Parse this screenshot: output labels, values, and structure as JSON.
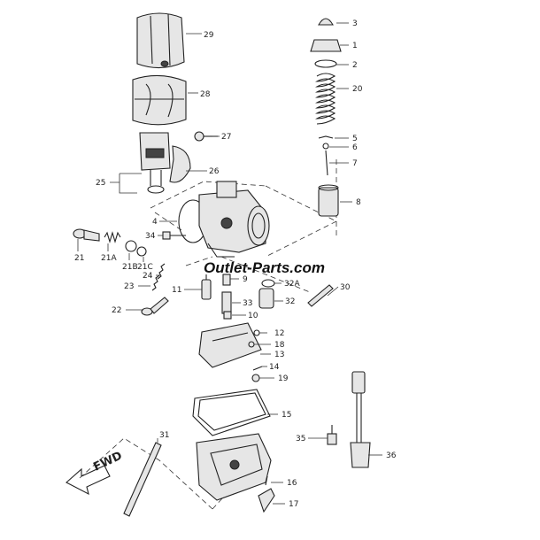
{
  "watermark": "Outlet-Parts.com",
  "direction_label": "FWD",
  "callouts": [
    "29",
    "28",
    "27",
    "26",
    "25",
    "4",
    "34",
    "21",
    "21A",
    "21B",
    "21C",
    "24",
    "23",
    "11",
    "22",
    "3",
    "1",
    "2",
    "20",
    "5",
    "6",
    "7",
    "8",
    "9",
    "32A",
    "30",
    "33",
    "32",
    "10",
    "12",
    "18",
    "13",
    "14",
    "19",
    "15",
    "31",
    "35",
    "36",
    "16",
    "17"
  ]
}
